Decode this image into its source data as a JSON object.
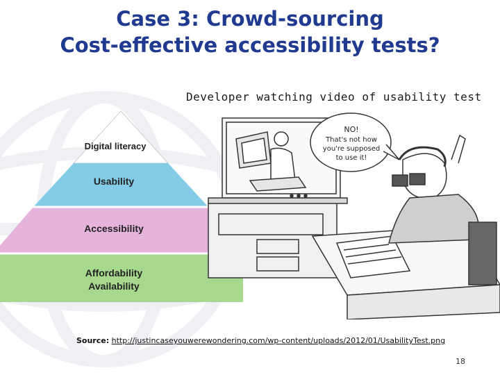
{
  "slide": {
    "title_line1": "Case 3: Crowd-sourcing",
    "title_line2": "Cost-effective accessibility tests?",
    "caption": "Developer watching video of usability test",
    "pyramid": {
      "levels": [
        "Digital literacy",
        "Usability",
        "Accessibility",
        "Affordability",
        "Availability"
      ]
    },
    "speech_bubble": {
      "line1": "NO!",
      "line2": "That's not how",
      "line3": "you're supposed",
      "line4": "to use it!"
    },
    "source_label": "Source:",
    "source_url": "http://justincaseyouwerewondering.com/wp-content/uploads/2012/01/UsabilityTest.png",
    "page_number": "18"
  },
  "colors": {
    "title": "#1f3a8f",
    "usability": "#84cbe6",
    "accessibility": "#e6b3dd",
    "affordability": "#a6d88d"
  },
  "icons": [
    "globe-watermark",
    "developer-cartoon"
  ]
}
